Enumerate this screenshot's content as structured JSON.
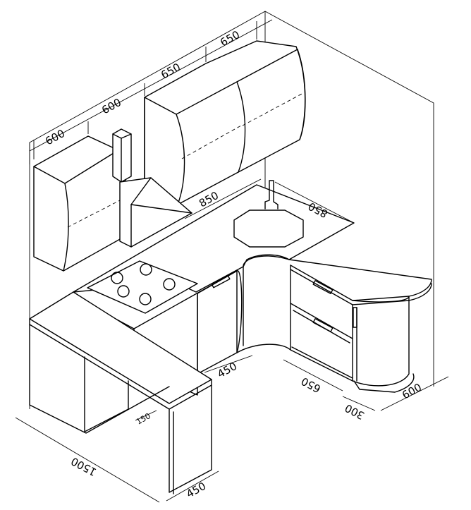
{
  "drawing": {
    "line_color": "#000000",
    "background": "#ffffff",
    "dimensions": {
      "upper_cabinet_1": "600",
      "upper_cabinet_2": "600",
      "upper_cabinet_3": "650",
      "upper_cabinet_4": "650",
      "sink_counter_depth": "850",
      "sink_corner_width": "850",
      "bar_length": "1500",
      "bar_width": "450",
      "left_base_depth": "450",
      "bar_gap": "150",
      "drawer_unit_width": "650",
      "end_cabinet_width": "300",
      "end_cabinet_depth": "600"
    }
  }
}
